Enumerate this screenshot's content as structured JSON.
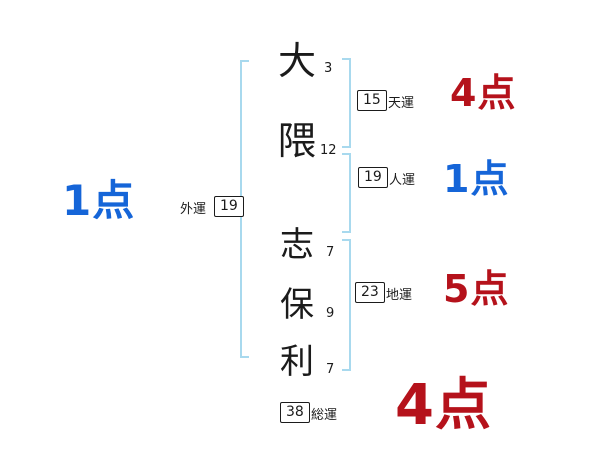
{
  "name_chars": [
    {
      "char": "大",
      "strokes": "3"
    },
    {
      "char": "隈",
      "strokes": "12"
    },
    {
      "char": "志",
      "strokes": "7"
    },
    {
      "char": "保",
      "strokes": "9"
    },
    {
      "char": "利",
      "strokes": "7"
    }
  ],
  "fortunes": {
    "ten": {
      "label": "天運",
      "value": "15",
      "score": "4点",
      "score_color": "red"
    },
    "jin": {
      "label": "人運",
      "value": "19",
      "score": "1点",
      "score_color": "blue"
    },
    "chi": {
      "label": "地運",
      "value": "23",
      "score": "5点",
      "score_color": "red"
    },
    "gai": {
      "label": "外運",
      "value": "19",
      "score": "1点",
      "score_color": "blue"
    },
    "sou": {
      "label": "総運",
      "value": "38",
      "score": "4点",
      "score_color": "red"
    }
  },
  "colors": {
    "red": "#b5121b",
    "blue": "#1565d8",
    "bracket": "#a8d9ee"
  }
}
